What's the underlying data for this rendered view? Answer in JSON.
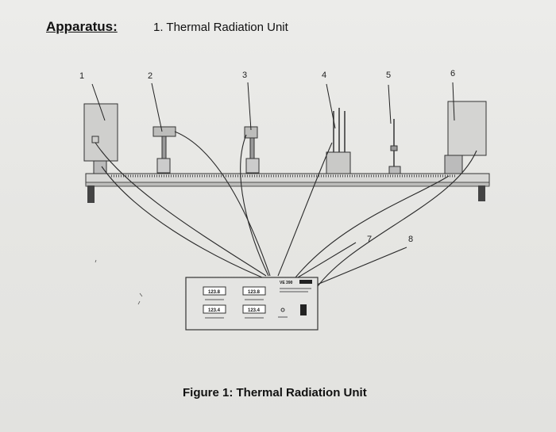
{
  "heading": "Apparatus:",
  "unit_title": "1. Thermal Radiation Unit",
  "caption": "Figure 1: Thermal Radiation Unit",
  "labels": {
    "n1": "1",
    "n2": "2",
    "n3": "3",
    "n4": "4",
    "n5": "5",
    "n6": "6",
    "n7": "7",
    "n8": "8"
  },
  "console": {
    "model": "VE 390",
    "displays": [
      "123.8",
      "123.8",
      "123.4",
      "123.4"
    ]
  }
}
